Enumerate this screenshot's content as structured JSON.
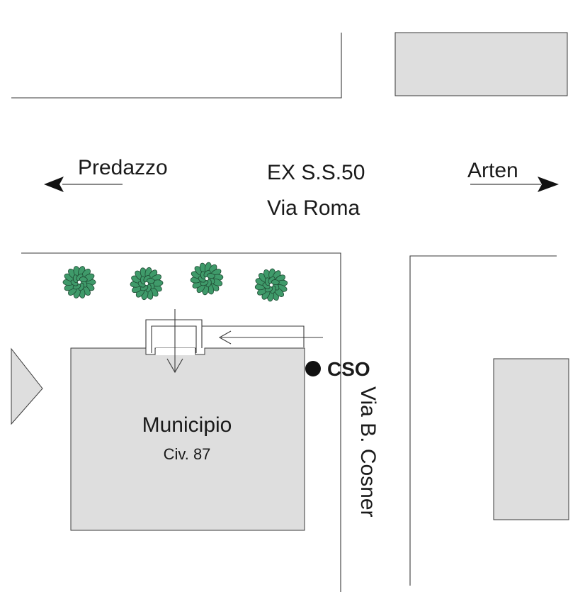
{
  "map": {
    "directions": {
      "west": "Predazzo",
      "east": "Arten"
    },
    "main_road": {
      "name_line1": "EX S.S.50",
      "name_line2": "Via Roma"
    },
    "side_road": "Via B. Cosner",
    "building": {
      "name": "Municipio",
      "civic_number": "Civ. 87"
    },
    "point_of_interest": "CSO",
    "colors": {
      "building_fill": "#dedede",
      "line": "#3a3a3a",
      "tree_leaf": "#3f9a6a",
      "marker": "#111111"
    }
  }
}
